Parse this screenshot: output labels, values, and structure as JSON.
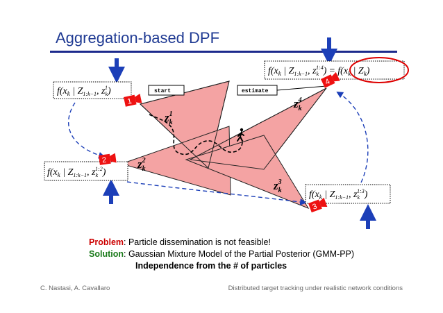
{
  "title": "Aggregation-based DPF",
  "tags": {
    "start": "start",
    "estimate": "estimate"
  },
  "nodes": [
    {
      "id": "1",
      "label": "1"
    },
    {
      "id": "2",
      "label": "2"
    },
    {
      "id": "3",
      "label": "3"
    },
    {
      "id": "4",
      "label": "4"
    }
  ],
  "formulas": {
    "f1": {
      "f": "f(x",
      "k": "k",
      "mid": " | Z",
      "sub": "1:k−1",
      "z": ", z",
      "zsub": "k",
      "zsup": "1",
      "end": ")"
    },
    "f2": {
      "f": "f(x",
      "k": "k",
      "mid": " | Z",
      "sub": "1:k−1",
      "z": ", z",
      "zsub": "k",
      "zsup": "1:2",
      "end": ")"
    },
    "f3": {
      "f": "f(x",
      "k": "k",
      "mid": " | Z",
      "sub": "1:k−1",
      "z": ", z",
      "zsub": "k",
      "zsup": "1:3",
      "end": ")"
    },
    "f4": {
      "f": "f(x",
      "k": "k",
      "mid": " | Z",
      "sub": "1:k−1",
      "z": ", z",
      "zsub": "k",
      "zsup": "1:4",
      "end": ")",
      "eq": "=",
      "rf": "f(x",
      "rk": "k",
      "rmid": " | Z",
      "rsub": "k",
      "rend": ")"
    }
  },
  "zlabels": [
    {
      "base": "z",
      "sub": "k",
      "sup": "1"
    },
    {
      "base": "z",
      "sub": "k",
      "sup": "2"
    },
    {
      "base": "z",
      "sub": "k",
      "sup": "3"
    },
    {
      "base": "z",
      "sub": "k",
      "sup": "4"
    }
  ],
  "text": {
    "problem_label": "Problem",
    "problem_text": ": Particle dissemination is not feasible!",
    "solution_label": "Solution",
    "solution_text": ": Gaussian Mixture Model of the Partial Posterior (GMM-PP)",
    "independence": "Independence from the # of particles"
  },
  "footer": {
    "authors": "C. Nastasi, A. Cavallaro",
    "talk": "Distributed target tracking under realistic network conditions"
  },
  "colors": {
    "title": "#1f3a93",
    "arrow_blue": "#1c3fb8",
    "cone_fill": "#f4a3a3",
    "node_red": "#ee1111",
    "dashed_arc": "#1c3fb8",
    "ellipse": "#dd0000",
    "problem": "#cc0000",
    "solution": "#1a7a1a"
  },
  "icons": [
    "walking-person-icon"
  ]
}
